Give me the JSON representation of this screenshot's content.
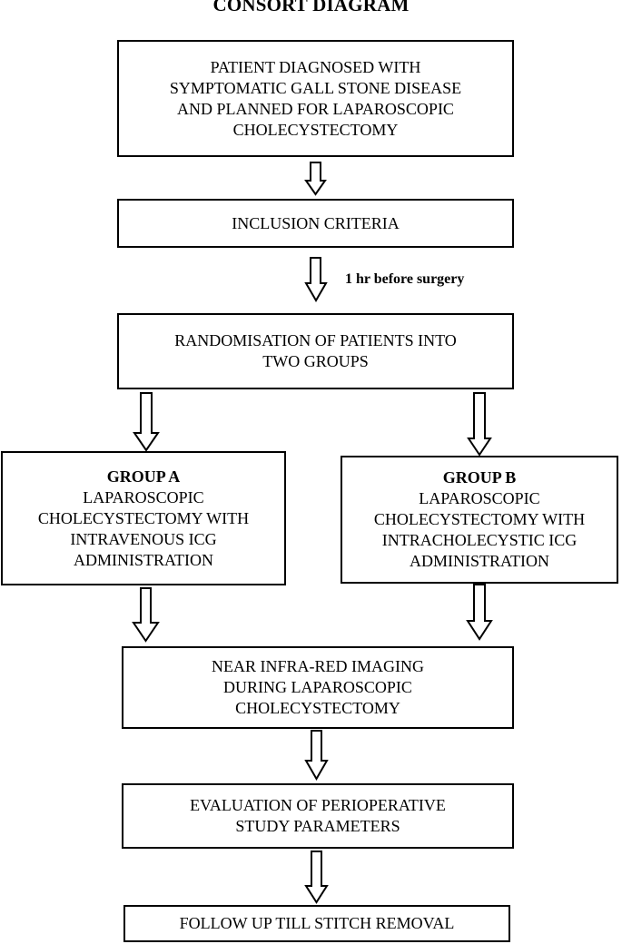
{
  "title": "CONSORT DIAGRAM",
  "boxes": {
    "diagnosis": {
      "lines": [
        "PATIENT DIAGNOSED WITH",
        "SYMPTOMATIC GALL STONE DISEASE",
        "AND PLANNED FOR LAPAROSCOPIC",
        "CHOLECYSTECTOMY"
      ]
    },
    "inclusion": {
      "lines": [
        "INCLUSION CRITERIA"
      ]
    },
    "randomisation": {
      "lines": [
        "RANDOMISATION OF PATIENTS INTO",
        "TWO GROUPS"
      ]
    },
    "group_a": {
      "heading": "GROUP A",
      "lines": [
        "LAPAROSCOPIC",
        "CHOLECYSTECTOMY WITH",
        "INTRAVENOUS ICG",
        "ADMINISTRATION"
      ]
    },
    "group_b": {
      "heading": "GROUP B",
      "lines": [
        "LAPAROSCOPIC",
        "CHOLECYSTECTOMY WITH",
        "INTRACHOLECYSTIC ICG",
        "ADMINISTRATION"
      ]
    },
    "nir_imaging": {
      "lines": [
        "NEAR INFRA-RED IMAGING",
        "DURING LAPAROSCOPIC",
        "CHOLECYSTECTOMY"
      ]
    },
    "evaluation": {
      "lines": [
        "EVALUATION OF PERIOPERATIVE",
        "STUDY PARAMETERS"
      ]
    },
    "follow_up": {
      "lines": [
        "FOLLOW UP TILL STITCH REMOVAL"
      ]
    }
  },
  "annotations": {
    "timing": "1 hr before surgery"
  }
}
